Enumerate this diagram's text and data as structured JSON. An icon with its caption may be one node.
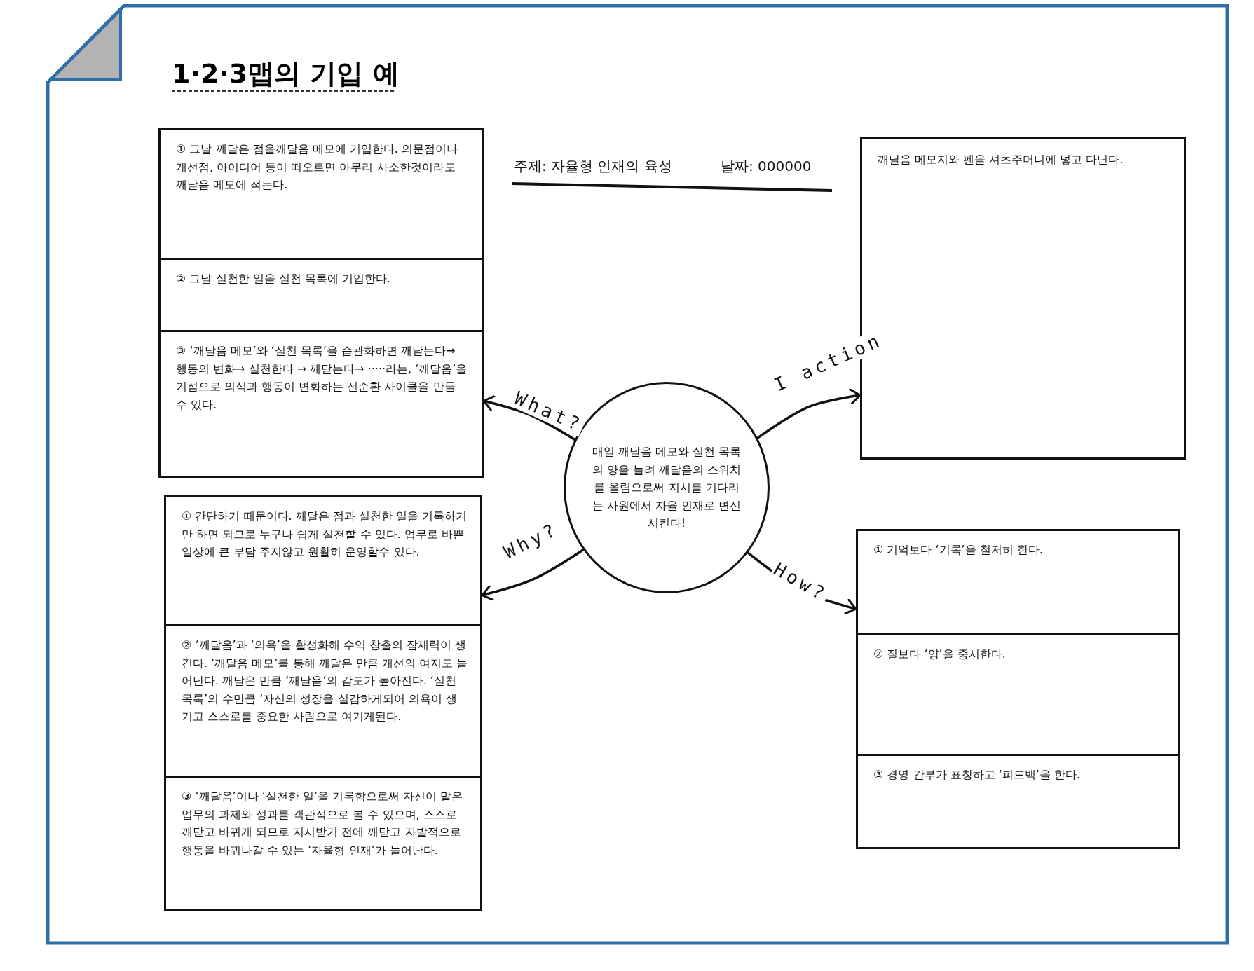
{
  "diagram": {
    "title": "1·2·3맵의 기입 예",
    "nodes": [
      {
        "text": [],
        "shape": "box"
      },
      {
        "text": [
          "① 그날 깨달은 점을깨달음 메모에 기입한다. 의문점이나 개선점, 아이디어 등이 떠오르면 아무리 사소한것이라도 깨달음 메모에 적는다."
        ],
        "in": 0
      },
      {
        "text": [
          "② 그날 실천한 일을 실천 목록에 기입한다."
        ],
        "in": 0
      },
      {
        "text": [
          "③ ‘깨달음 메모’와 ‘실천 목록’을 습관화하면 깨닫는다→ 행동의 변화→ 실천한다 → 깨닫는다→ ·····라는, ‘깨달음’을 기점으로 의식과 행동이 변화하는 선순환 사이클을 만들 수 있다."
        ],
        "in": 0
      },
      {
        "text": [
          "깨달음 메모지와 펜을 셔츠주머니에 넣고 다닌다."
        ]
      },
      {
        "text": [
          "매일 깨달음 메모와 실천 목록의 양을 늘려 깨달음의 스위치를 올림으로써 지시를 기다리는 사원에서 자율 인재로 변신시킨다!"
        ]
      },
      {
        "text": [],
        "shape": "box"
      },
      {
        "text": [
          "① 간단하기 때문이다. 깨달은 점과 실천한 일을 기록하기만 하면 되므로 누구나 쉽게 실천할 수 있다. 업무로 바쁜 일상에 큰 부담 주지않고 원활히 운영할수 있다."
        ],
        "in": 6
      },
      {
        "text": [
          "② ‘깨달음’과 ‘의욕’을 활성화해 수익 창출의 잠재력이 생긴다. ‘깨달음 메모’를 통해 깨달은 만큼 개선의 여지도 늘어난다. 깨달은 만큼 ‘깨달음’의 감도가 높아진다. ‘실천 목록’의 수만큼 ‘자신의 성장을 실감하게되어 의욕이 생기고 스스로를 중요한 사람으로 여기게된다."
        ],
        "in": 6
      },
      {
        "text": [
          "③ ‘깨달음’이나 ‘실천한 일’을 기록함으로써 자신이 맡은 업무의 과제와 성과를 객관적으로 볼 수 있으며, 스스로 깨닫고 바뀌게 되므로 지시받기 전에 깨닫고 자발적으로 행동을 바꿔나갈 수 있는 ‘자율형 인재’가 늘어난다."
        ],
        "in": 6
      },
      {
        "text": [],
        "shape": "box"
      },
      {
        "text": [
          "① 기억보다 ‘기록’을 철저히 한다."
        ],
        "in": 10
      },
      {
        "text": [
          "② 질보다 ‘양’을 중시한다."
        ],
        "in": 10
      },
      {
        "text": [
          "③ 경영 간부가 표창하고 ‘피드백’을 한다."
        ],
        "in": 10
      }
    ],
    "edges": [
      {
        "from": 5,
        "to": 0,
        "arrow": "to",
        "label": "What?"
      },
      {
        "from": 5,
        "to": 4,
        "arrow": "to",
        "label": "I action"
      },
      {
        "from": 5,
        "to": 6,
        "arrow": "to",
        "label": "Why?"
      },
      {
        "from": 5,
        "to": 10,
        "arrow": "to",
        "label": "How?"
      }
    ],
    "labels": [
      "주제: 자율형 인재의 육성",
      "날짜: 000000"
    ]
  }
}
